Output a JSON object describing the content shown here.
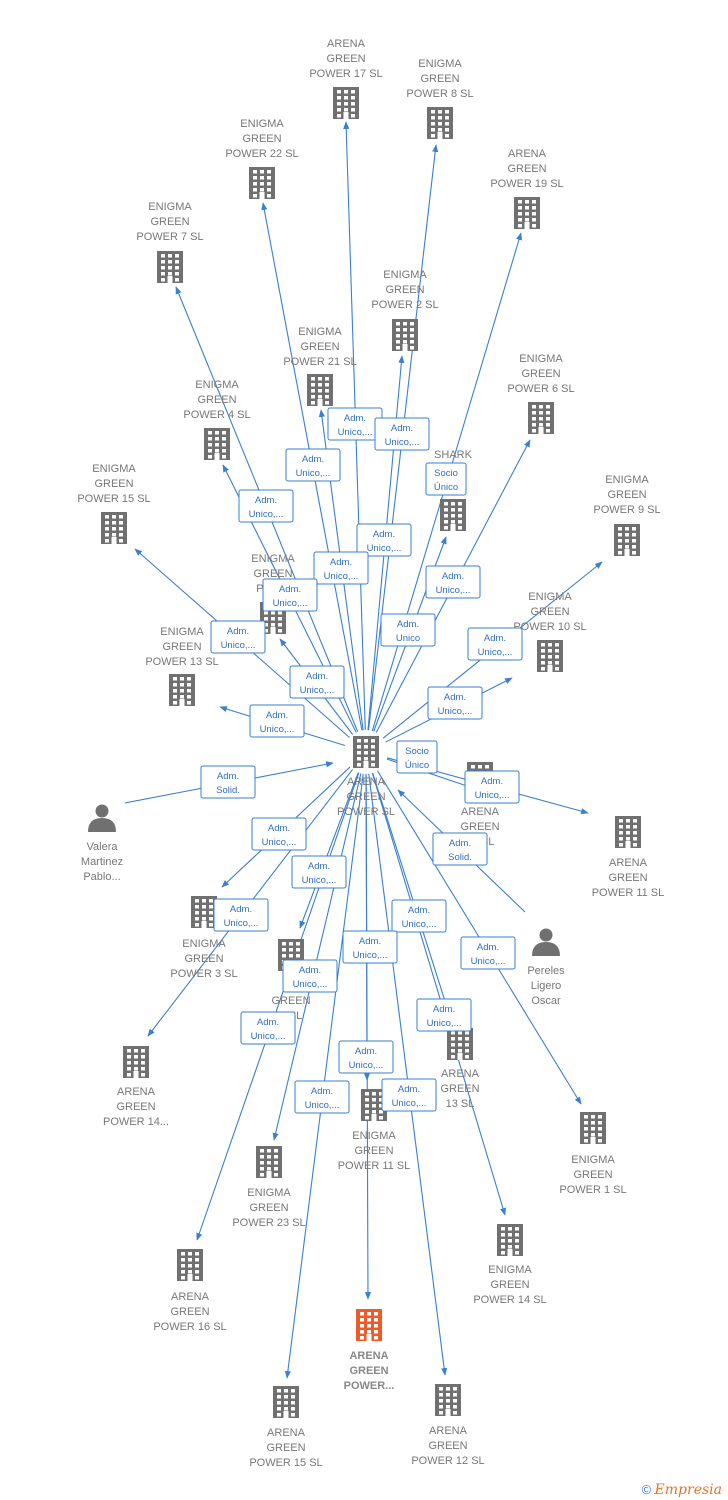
{
  "colors": {
    "edge": "#3a7fd0",
    "building": "#707070",
    "highlight": "#f05a28",
    "person": "#707070"
  },
  "center": {
    "lines": [
      "ARENA",
      "GREEN",
      "POWER  SL"
    ]
  },
  "nodes": [
    {
      "id": "n1",
      "type": "company",
      "icon": "building-icon",
      "lines": [
        "ARENA",
        "GREEN",
        "POWER 17  SL"
      ]
    },
    {
      "id": "n2",
      "type": "company",
      "icon": "building-icon",
      "lines": [
        "ENIGMA",
        "GREEN",
        "POWER 8  SL"
      ]
    },
    {
      "id": "n3",
      "type": "company",
      "icon": "building-icon",
      "lines": [
        "ENIGMA",
        "GREEN",
        "POWER 22  SL"
      ]
    },
    {
      "id": "n4",
      "type": "company",
      "icon": "building-icon",
      "lines": [
        "ARENA",
        "GREEN",
        "POWER 19  SL"
      ]
    },
    {
      "id": "n5",
      "type": "company",
      "icon": "building-icon",
      "lines": [
        "ENIGMA",
        "GREEN",
        "POWER 7  SL"
      ]
    },
    {
      "id": "n6",
      "type": "company",
      "icon": "building-icon",
      "lines": [
        "ENIGMA",
        "GREEN",
        "POWER 2  SL"
      ]
    },
    {
      "id": "n7",
      "type": "company",
      "icon": "building-icon",
      "lines": [
        "ENIGMA",
        "GREEN",
        "POWER 21  SL"
      ]
    },
    {
      "id": "n8",
      "type": "company",
      "icon": "building-icon",
      "lines": [
        "ENIGMA",
        "GREEN",
        "POWER 6  SL"
      ]
    },
    {
      "id": "n9",
      "type": "company",
      "icon": "building-icon",
      "lines": [
        "ENIGMA",
        "GREEN",
        "POWER 4  SL"
      ]
    },
    {
      "id": "n10",
      "type": "company",
      "icon": "building-icon",
      "lines": [
        "SHARK",
        "",
        "SL"
      ]
    },
    {
      "id": "n11",
      "type": "company",
      "icon": "building-icon",
      "lines": [
        "ENIGMA",
        "GREEN",
        "POWER 9  SL"
      ]
    },
    {
      "id": "n12",
      "type": "company",
      "icon": "building-icon",
      "lines": [
        "ENIGMA",
        "GREEN",
        "POWER 15  SL"
      ]
    },
    {
      "id": "n13",
      "type": "company",
      "icon": "building-icon",
      "lines": [
        "ENIGMA",
        "GREEN",
        "POWE"
      ]
    },
    {
      "id": "n14",
      "type": "company",
      "icon": "building-icon",
      "lines": [
        "ENIGMA",
        "GREEN",
        "POWER 10  SL"
      ]
    },
    {
      "id": "n15",
      "type": "company",
      "icon": "building-icon",
      "lines": [
        "ENIGMA",
        "GREEN",
        "POWER 13  SL"
      ]
    },
    {
      "id": "n16",
      "type": "person",
      "icon": "person-icon",
      "lines": [
        "Valera",
        "Martinez",
        "Pablo..."
      ]
    },
    {
      "id": "n17",
      "type": "company",
      "icon": "building-icon",
      "lines": [
        "ARENA",
        "GREEN",
        "18  SL"
      ]
    },
    {
      "id": "n18",
      "type": "company",
      "icon": "building-icon",
      "lines": [
        "ARENA",
        "GREEN",
        "POWER 11  SL"
      ]
    },
    {
      "id": "n19",
      "type": "company",
      "icon": "building-icon",
      "lines": [
        "ENIGMA",
        "GREEN",
        "POWER 3  SL"
      ]
    },
    {
      "id": "n20",
      "type": "person",
      "icon": "person-icon",
      "lines": [
        "Pereles",
        "Ligero",
        "Oscar"
      ]
    },
    {
      "id": "n21",
      "type": "company",
      "icon": "building-icon",
      "lines": [
        "",
        "GREEN",
        "5  SL"
      ]
    },
    {
      "id": "n22",
      "type": "company",
      "icon": "building-icon",
      "lines": [
        "ARENA",
        "GREEN",
        "POWER 14..."
      ]
    },
    {
      "id": "n23",
      "type": "company",
      "icon": "building-icon",
      "lines": [
        "ARENA",
        "GREEN",
        "13  SL"
      ]
    },
    {
      "id": "n24",
      "type": "company",
      "icon": "building-icon",
      "lines": [
        "ENIGMA",
        "GREEN",
        "POWER 1  SL"
      ]
    },
    {
      "id": "n25",
      "type": "company",
      "icon": "building-icon",
      "lines": [
        "ENIGMA",
        "GREEN",
        "POWER 11  SL"
      ]
    },
    {
      "id": "n26",
      "type": "company",
      "icon": "building-icon",
      "lines": [
        "ENIGMA",
        "GREEN",
        "POWER 23  SL"
      ]
    },
    {
      "id": "n27",
      "type": "company",
      "icon": "building-icon",
      "lines": [
        "ENIGMA",
        "GREEN",
        "POWER 14  SL"
      ]
    },
    {
      "id": "n28",
      "type": "company",
      "icon": "building-icon",
      "lines": [
        "ARENA",
        "GREEN",
        "POWER 16  SL"
      ]
    },
    {
      "id": "n29",
      "type": "company",
      "icon": "building-icon",
      "lines": [
        "ARENA",
        "GREEN",
        "POWER..."
      ],
      "highlight": true
    },
    {
      "id": "n30",
      "type": "company",
      "icon": "building-icon",
      "lines": [
        "ARENA",
        "GREEN",
        "POWER 15  SL"
      ]
    },
    {
      "id": "n31",
      "type": "company",
      "icon": "building-icon",
      "lines": [
        "ARENA",
        "GREEN",
        "POWER 12  SL"
      ]
    }
  ],
  "badges": [
    [
      "Adm.",
      "Unico,..."
    ],
    [
      "Adm.",
      "Unico,..."
    ],
    [
      "Adm.",
      "Unico,..."
    ],
    [
      "Adm.",
      "Unico,..."
    ],
    [
      "Socio",
      "Único"
    ],
    [
      "Adm.",
      "Unico,..."
    ],
    [
      "Adm.",
      "Unico,..."
    ],
    [
      "Adm.",
      "Unico,..."
    ],
    [
      "Adm.",
      "Unico,..."
    ],
    [
      "Adm.",
      "Unico,..."
    ],
    [
      "Adm.",
      "Unico"
    ],
    [
      "Adm.",
      "Unico,..."
    ],
    [
      "Adm.",
      "Unico,..."
    ],
    [
      "Adm.",
      "Unico,..."
    ],
    [
      "Adm.",
      "Unico,..."
    ],
    [
      "Adm.",
      "Solid."
    ],
    [
      "Socio",
      "Único"
    ],
    [
      "Adm.",
      "Unico,..."
    ],
    [
      "Adm.",
      "Solid."
    ],
    [
      "Adm.",
      "Unico,..."
    ],
    [
      "Adm.",
      "Unico,..."
    ],
    [
      "Adm.",
      "Unico,..."
    ],
    [
      "Adm.",
      "Unico,..."
    ],
    [
      "Adm.",
      "Unico,..."
    ],
    [
      "Adm.",
      "Unico,..."
    ],
    [
      "Adm.",
      "Unico,..."
    ],
    [
      "Adm.",
      "Unico,..."
    ],
    [
      "Adm.",
      "Unico,..."
    ],
    [
      "Adm.",
      "Unico,..."
    ],
    [
      "Adm.",
      "Unico,..."
    ],
    [
      "Adm.",
      "Unico,..."
    ]
  ],
  "footer": {
    "copyright": "©",
    "brand": "Empresia"
  }
}
